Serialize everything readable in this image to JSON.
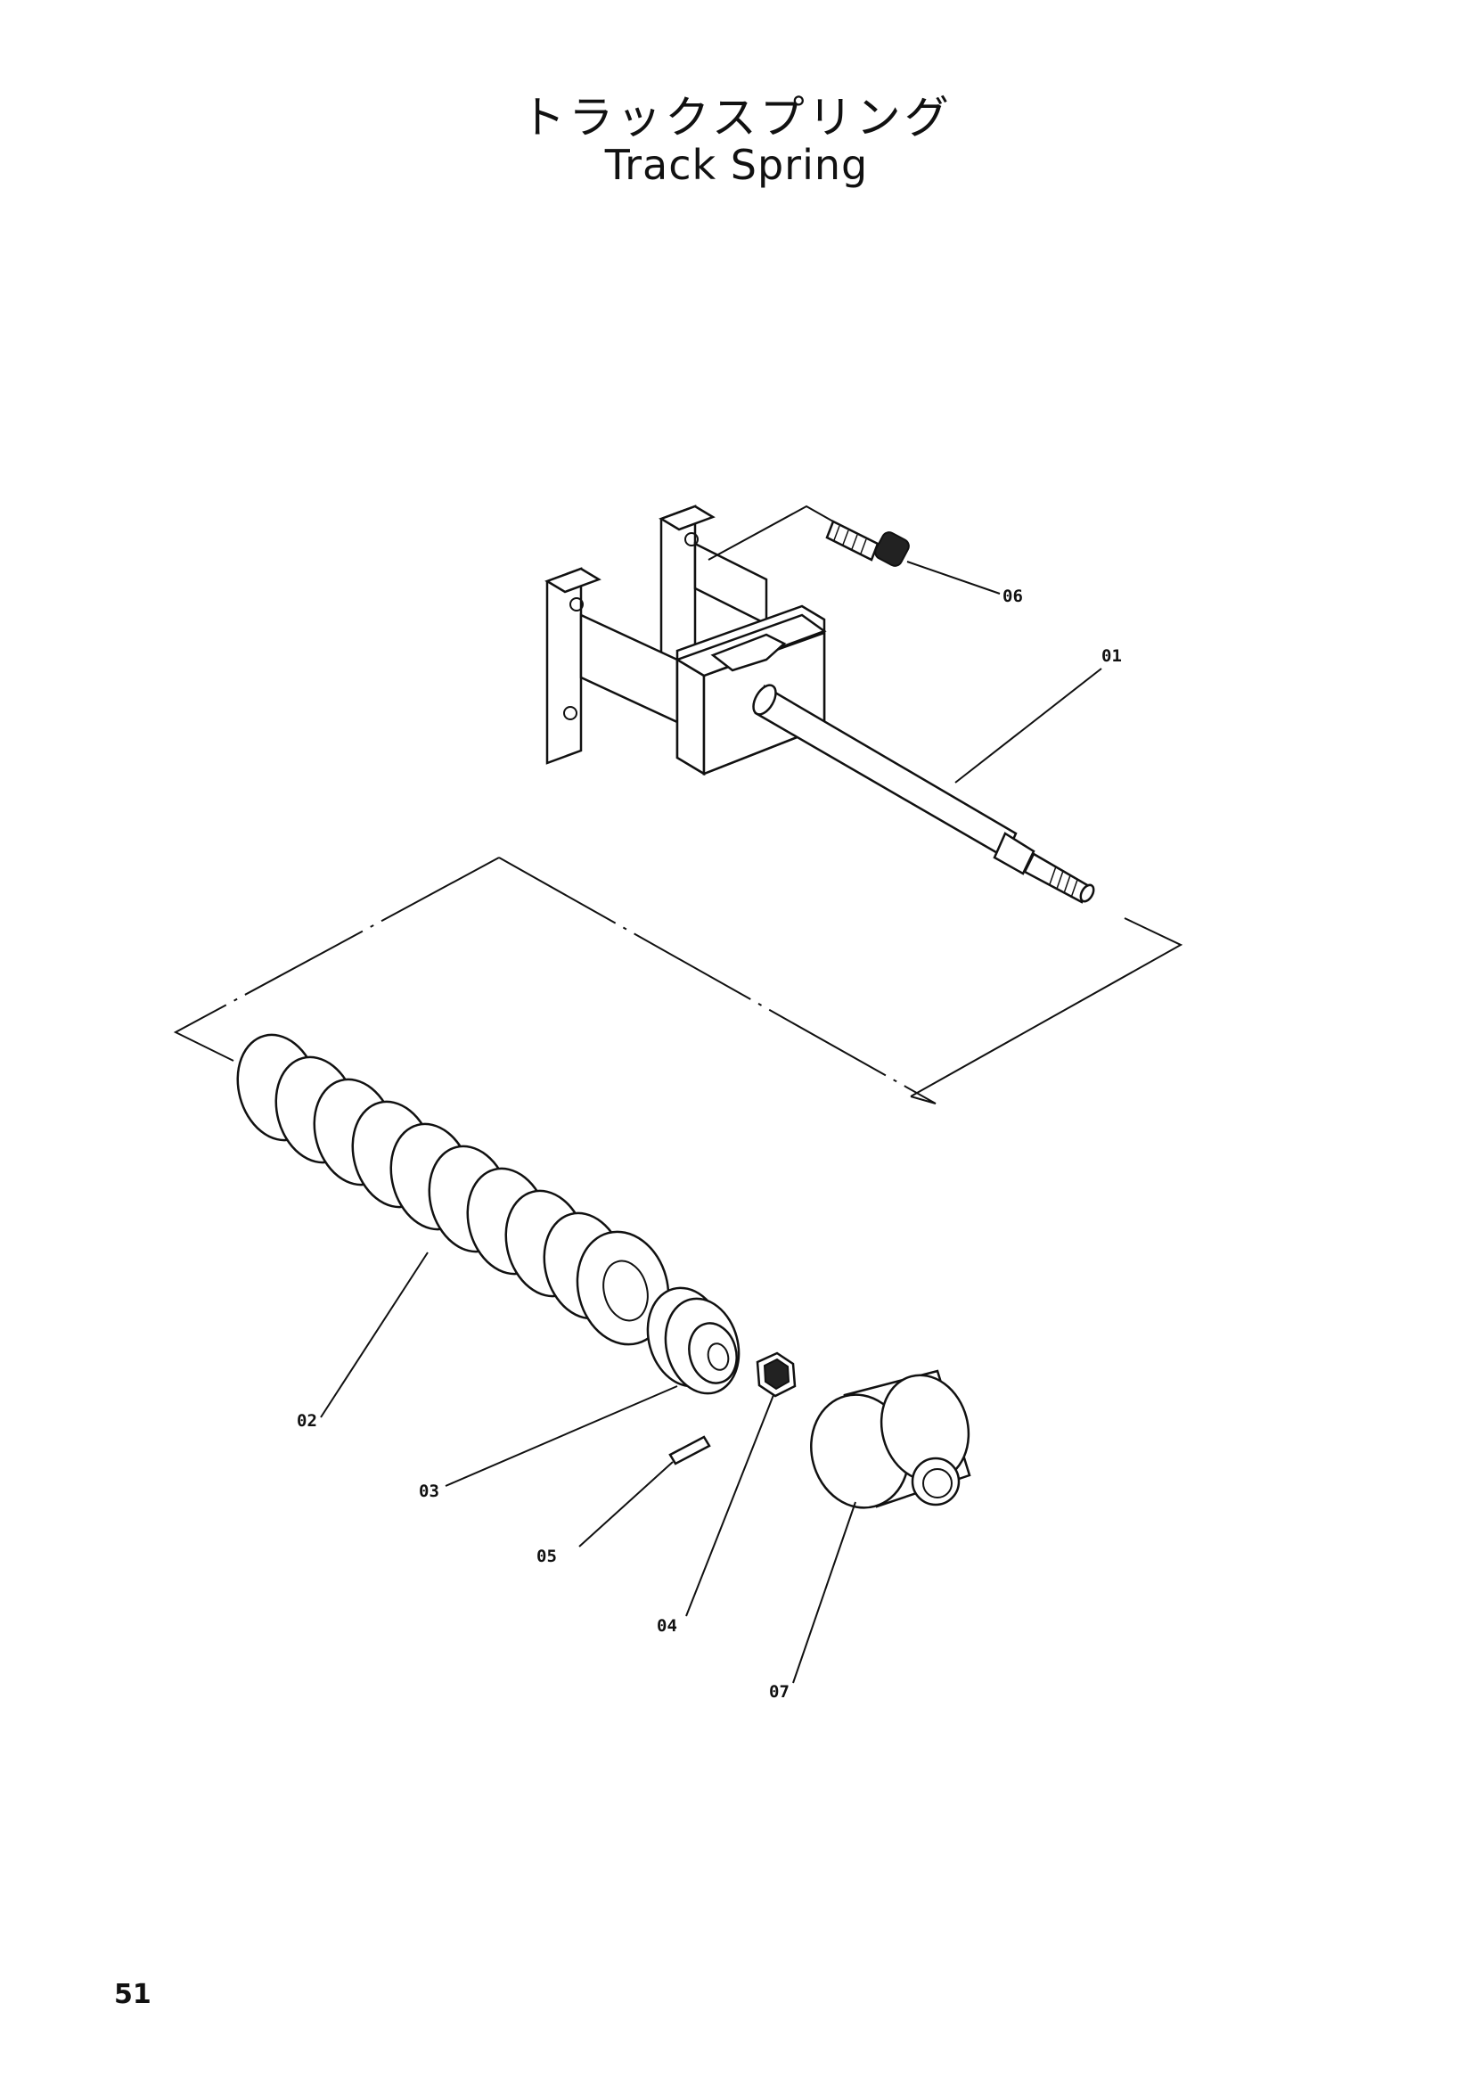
{
  "header": {
    "title_jp": "トラックスプリング",
    "title_en": "Track Spring"
  },
  "callouts": {
    "p01": "01",
    "p02": "02",
    "p03": "03",
    "p04": "04",
    "p05": "05",
    "p06": "06",
    "p07": "07"
  },
  "footer": {
    "page_number": "51"
  }
}
